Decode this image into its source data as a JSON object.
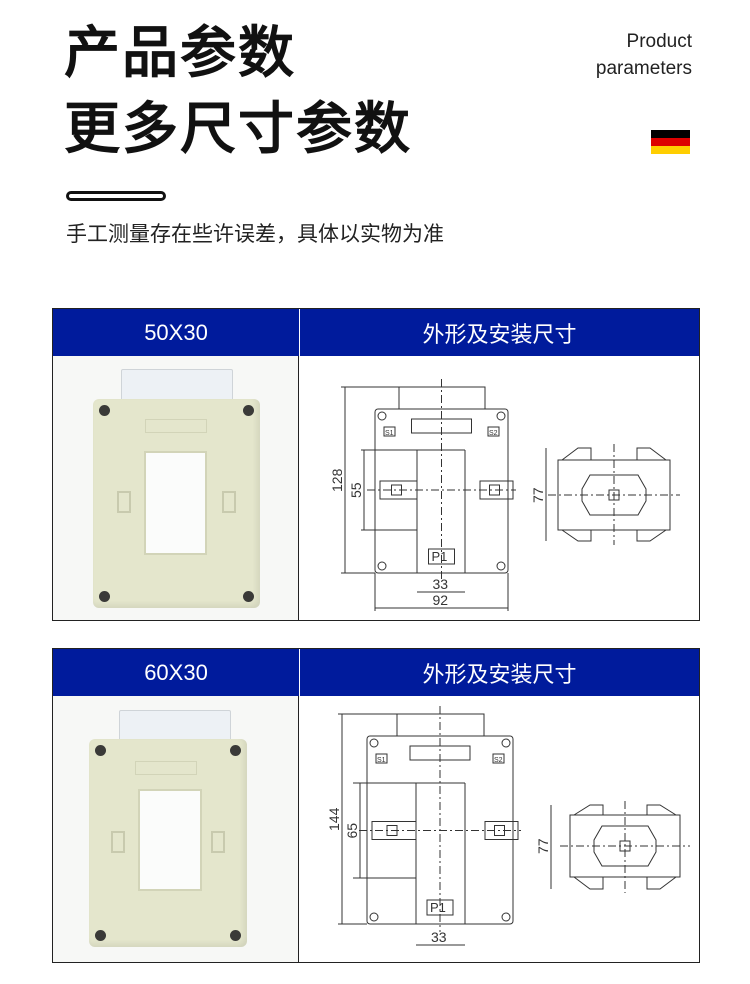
{
  "header": {
    "title_line1": "产品参数",
    "title_line2": "更多尺寸参数",
    "en_line1": "Product",
    "en_line2": "parameters",
    "flag_colors": [
      "#000000",
      "#dd0000",
      "#ffce00"
    ],
    "note": "手工测量存在些许误差，具体以实物为准"
  },
  "accent_color": "#001b9c",
  "tables": [
    {
      "model": "50X30",
      "drawing_header": "外形及安装尺寸",
      "dims": {
        "height": "128",
        "window_height": "55",
        "window_width": "33",
        "width": "92",
        "depth": "77"
      },
      "terminals": {
        "s1": "S1",
        "s2": "S2",
        "p1": "P1"
      }
    },
    {
      "model": "60X30",
      "drawing_header": "外形及安装尺寸",
      "dims": {
        "height": "144",
        "window_height": "65",
        "window_width": "33",
        "depth": "77"
      },
      "terminals": {
        "s1": "S1",
        "s2": "S2",
        "p1": "P1"
      }
    }
  ]
}
